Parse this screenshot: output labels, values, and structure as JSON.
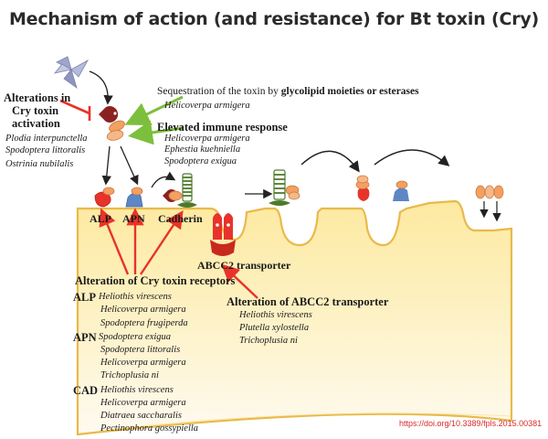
{
  "title": "Mechanism of action (and resistance) for Bt toxin (Cry)",
  "activation": {
    "heading_line1": "Alterations in",
    "heading_line2": "Cry toxin",
    "heading_line3": "activation",
    "species": [
      "Plodia interpunctella",
      "Spodoptera littoralis",
      "Ostrinia nubilalis"
    ]
  },
  "sequestration": {
    "label_prefix": "Sequestration of the toxin by",
    "label_bold": "glycolipid moieties or esterases",
    "species": [
      "Helicoverpa armigera"
    ]
  },
  "immune": {
    "label": "Elevated immune response",
    "species": [
      "Helicoverpa armigera",
      "Ephestia kuehniella",
      "Spodoptera exigua"
    ]
  },
  "receptors": {
    "alp_label": "ALP",
    "apn_label": "APN",
    "cadherin_label": "Cadherin",
    "abcc2_label": "ABCC2 transporter"
  },
  "receptor_alteration": {
    "heading": "Alteration of Cry toxin receptors",
    "groups": [
      {
        "tag": "ALP",
        "species": [
          "Heliothis virescens",
          "Helicoverpa armigera",
          "Spodoptera frugiperda"
        ]
      },
      {
        "tag": "APN",
        "species": [
          "Spodoptera exigua",
          "Spodoptera littoralis",
          "Helicoverpa armigera",
          "Trichoplusia ni"
        ]
      },
      {
        "tag": "CAD",
        "species": [
          "Heliothis virescens",
          "Helicoverpa armigera",
          "Diatraea saccharalis",
          "Pectinophora gossypiella"
        ]
      }
    ]
  },
  "abcc2_alteration": {
    "heading": "Alteration of ABCC2 transporter",
    "species": [
      "Heliothis virescens",
      "Plutella xylostella",
      "Trichoplusia ni"
    ]
  },
  "doi": "https://doi.org/10.3389/fpls.2015.00381",
  "colors": {
    "membrane_fill": "#fdf0b8",
    "membrane_stroke": "#e9b94a",
    "inhibition_red": "#e8332a",
    "promotion_green": "#7cbf3c",
    "toxin_orange": "#f3a062",
    "receptor_green": "#4d7a2a",
    "receptor_blue": "#5d86c5",
    "protoxin_lilac": "#9fa6cc",
    "doi_red": "#d62a2a"
  }
}
